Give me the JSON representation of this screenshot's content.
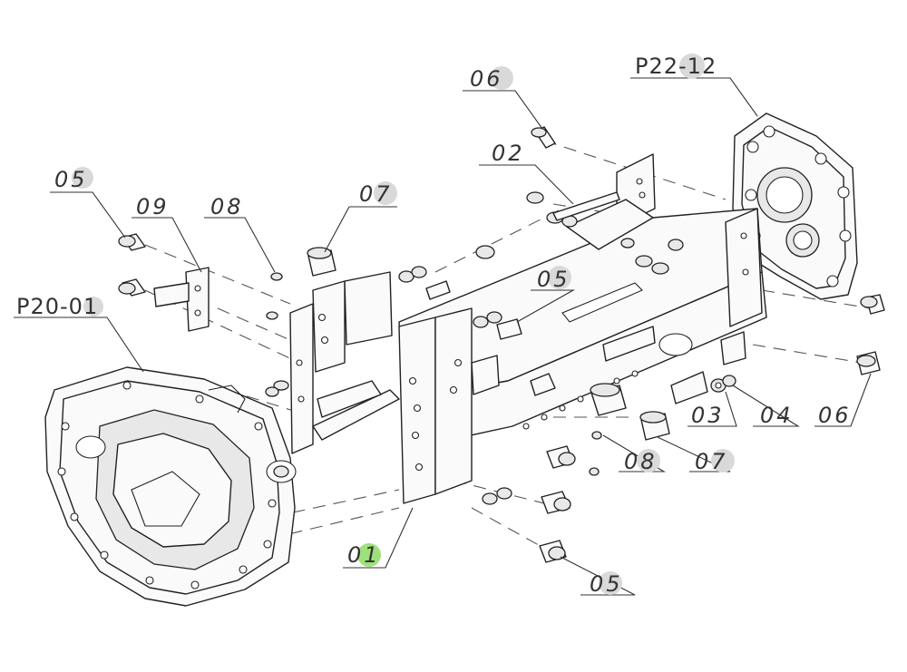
{
  "diagram": {
    "callouts": [
      {
        "text": "P22-12",
        "highlight": false
      },
      {
        "text": "06",
        "highlight": true
      },
      {
        "text": "02",
        "highlight": false
      },
      {
        "text": "05",
        "highlight": false
      },
      {
        "text": "09",
        "highlight": false
      },
      {
        "text": "08",
        "highlight": false
      },
      {
        "text": "07",
        "highlight": true
      },
      {
        "text": "05",
        "highlight": true
      },
      {
        "text": "P20-01",
        "highlight": false
      },
      {
        "text": "03",
        "highlight": false
      },
      {
        "text": "04",
        "highlight": false
      },
      {
        "text": "06",
        "highlight": false
      },
      {
        "text": "08",
        "highlight": true
      },
      {
        "text": "07",
        "highlight": true
      },
      {
        "text": "01",
        "highlight": true
      },
      {
        "text": "05",
        "highlight": false
      }
    ],
    "highlight_colors": {
      "grey": "#d9d9d9",
      "green": "#9ee07c"
    }
  }
}
